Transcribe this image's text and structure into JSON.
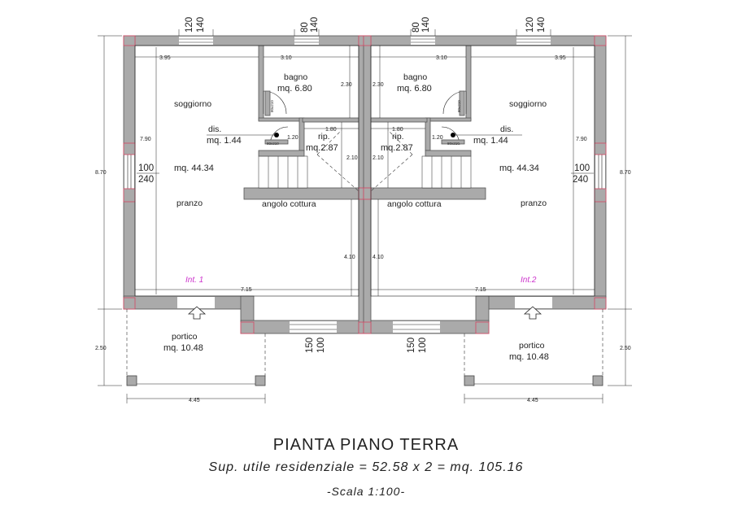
{
  "title": "PIANTA PIANO TERRA",
  "subtitle": "Sup. utile residenziale = 52.58 x 2 = mq. 105.16",
  "scale": "-Scala 1:100-",
  "units": [
    {
      "int_label": "Int. 1",
      "soggiorno": "soggiorno",
      "soggiorno_area": "mq. 44.34",
      "pranzo": "pranzo",
      "bagno": "bagno",
      "bagno_area": "mq. 6.80",
      "dis": "dis.",
      "dis_area": "mq. 1.44",
      "rip": "rip.",
      "rip_area": "mq.2.87",
      "cottura": "angolo cottura",
      "portico": "portico",
      "portico_area": "mq. 10.48",
      "dim_top_room": "3.95",
      "dim_top_bagno": "3.10",
      "dim_bagno_h": "2.30",
      "dim_rip_w": "1.80",
      "dim_rip_h": "2.10",
      "dim_dis_w": "1.20",
      "dim_room_h": "7.90",
      "dim_lower_h": "4.10",
      "dim_bottom": "7.15",
      "dim_outer_h": "8.70",
      "dim_portico_h": "2.50",
      "dim_portico_w": "4.45",
      "win_top_1": "120",
      "win_top_1b": "140",
      "win_top_2": "80",
      "win_top_2b": "140",
      "win_side": "100",
      "win_side_b": "240",
      "win_bottom": "150",
      "win_bottom_b": "100",
      "door_bagno": "80x210",
      "door_dis": "80x210"
    },
    {
      "int_label": "Int.2",
      "soggiorno": "soggiorno",
      "soggiorno_area": "mq. 44.34",
      "pranzo": "pranzo",
      "bagno": "bagno",
      "bagno_area": "mq. 6.80",
      "dis": "dis.",
      "dis_area": "mq. 1.44",
      "rip": "rip.",
      "rip_area": "mq.2.87",
      "cottura": "angolo cottura",
      "portico": "portico",
      "portico_area": "mq. 10.48",
      "dim_top_room": "3.95",
      "dim_top_bagno": "3.10",
      "dim_bagno_h": "2.30",
      "dim_rip_w": "1.80",
      "dim_rip_h": "2.10",
      "dim_dis_w": "1.20",
      "dim_room_h": "7.90",
      "dim_lower_h": "4.10",
      "dim_bottom": "7.15",
      "dim_outer_h": "8.70",
      "dim_portico_h": "2.50",
      "dim_portico_w": "4.45",
      "win_top_1": "120",
      "win_top_1b": "140",
      "win_top_2": "80",
      "win_top_2b": "140",
      "win_side": "100",
      "win_side_b": "240",
      "win_bottom": "150",
      "win_bottom_b": "100",
      "door_bagno": "80x210",
      "door_dis": "80x210"
    }
  ],
  "colors": {
    "wall": "#aaaaaa",
    "column_outline": "#d0506a",
    "int_label": "#cc33cc",
    "ink": "#222222"
  }
}
